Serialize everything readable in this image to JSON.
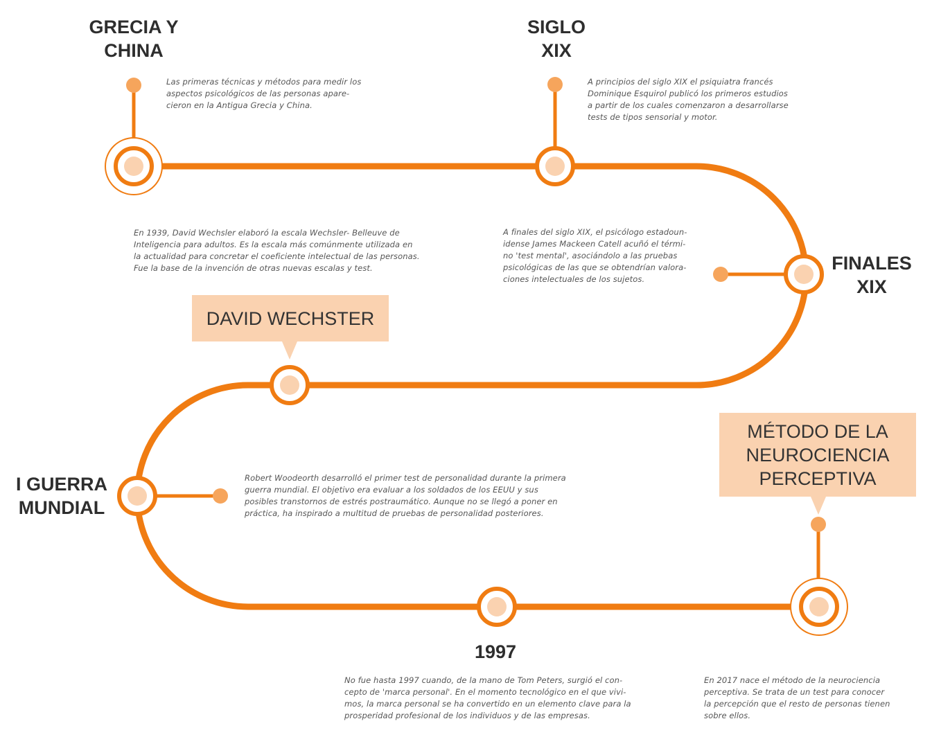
{
  "colors": {
    "path": "#f07c12",
    "dot": "#f6a55c",
    "node_fill": "#fad2b0",
    "callout_bg": "#fad2b0",
    "heading": "#2e2e2e",
    "text": "#555555"
  },
  "events": [
    {
      "id": "grecia-china",
      "title": "GRECIA Y\nCHINA",
      "text": "Las primeras técnicas y métodos para medir los\naspectos psicológicos de las personas apare-\ncieron en la Antigua Grecia y China."
    },
    {
      "id": "siglo-xix",
      "title": "SIGLO\nXIX",
      "text": "A principios del siglo XIX el psiquiatra francés\nDominique Esquirol publicó los primeros estudios\na partir de los cuales comenzaron a desarrollarse\ntests de tipos sensorial y motor."
    },
    {
      "id": "finales-xix",
      "title": "FINALES\nXIX",
      "text": "A finales del siglo XIX, el psicólogo estadoun-\nidense James Mackeen Catell acuñó el térmi-\nno 'test mental', asociándolo a las pruebas\npsicológicas de las que se obtendrían valora-\nciones intelectuales de los sujetos."
    },
    {
      "id": "david-wechster",
      "title": "DAVID WECHSTER",
      "text": "En 1939, David Wechsler elaboró la escala Wechsler- Belleuve de\nInteligencia para adultos. Es la escala más comúnmente utilizada en\nla actualidad para concretar el coeficiente intelectual de las personas.\nFue la base de la invención de otras nuevas escalas y test."
    },
    {
      "id": "guerra-mundial",
      "title": "I GUERRA\nMUNDIAL",
      "text": "Robert Woodeorth desarrolló el primer test de personalidad durante la primera\nguerra mundial. El objetivo era evaluar a los soldados de los EEUU y sus\nposibles transtornos de estrés postraumático. Aunque no se llegó a poner en\npráctica, ha inspirado a multitud de pruebas de personalidad posteriores."
    },
    {
      "id": "year-1997",
      "title": "1997",
      "text": "No fue hasta 1997 cuando, de la mano de Tom Peters, surgió el con-\ncepto de 'marca personal'. En el momento tecnológico en el que vivi-\nmos, la marca personal se ha convertido en un elemento clave para la\nprosperidad profesional de los individuos y de las empresas."
    },
    {
      "id": "neurociencia",
      "title": "MÉTODO DE LA\nNEUROCIENCIA\nPERCEPTIVA",
      "text": "En 2017 nace el método de la neurociencia\nperceptiva. Se trata de un test para conocer\nla percepción que el resto de personas tienen\nsobre ellos."
    }
  ]
}
